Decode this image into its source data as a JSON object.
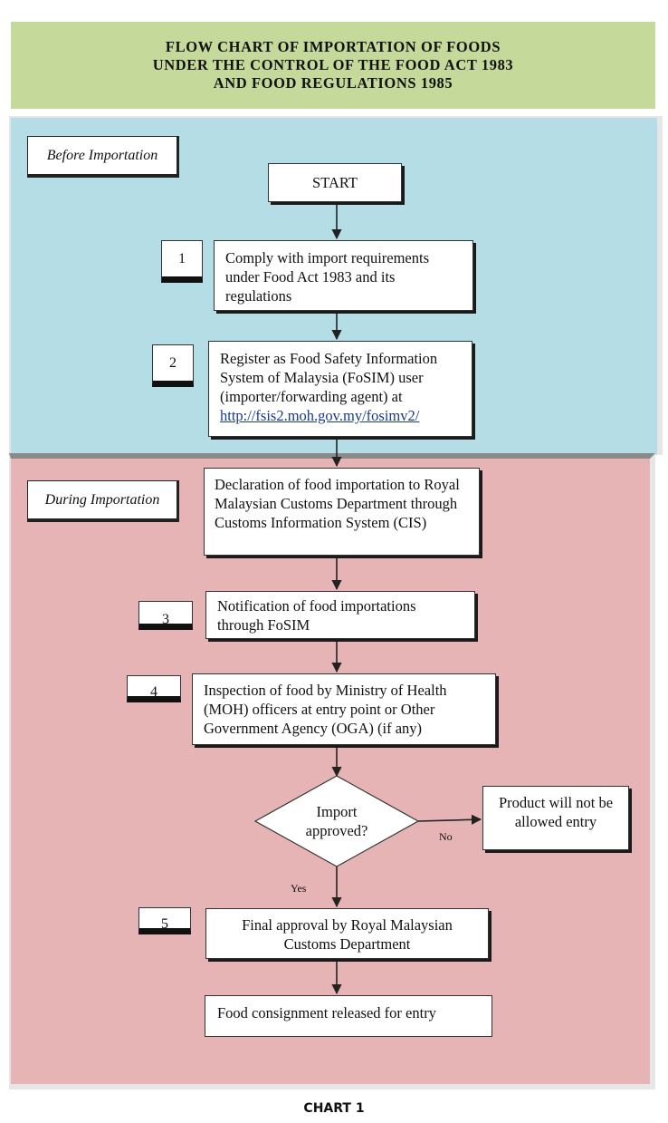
{
  "title": {
    "line1": "FLOW CHART OF IMPORTATION OF FOODS",
    "line2": "UNDER THE CONTROL OF THE FOOD ACT 1983",
    "line3": "AND FOOD REGULATIONS 1985"
  },
  "sections": {
    "before": "Before Importation",
    "during": "During Importation"
  },
  "steps": {
    "start": "START",
    "step1_num": "1",
    "step1_text": "Comply with import requirements under Food Act 1983 and its regulations",
    "step2_num": "2",
    "step2_text": "Register as Food Safety Information System of Malaysia (FoSIM) user (importer/forwarding agent) at",
    "step2_link": "http://fsis2.moh.gov.my/fosimv2/",
    "declaration_text": "Declaration of food importation to Royal Malaysian Customs Department through Customs Information System (CIS)",
    "step3_num": "3",
    "step3_text": "Notification of food importations through FoSIM",
    "step4_num": "4",
    "step4_text": "Inspection of food by Ministry of Health (MOH) officers at entry point or Other Government Agency (OGA) (if any)",
    "decision_line1": "Import",
    "decision_line2": "approved?",
    "no_label": "No",
    "yes_label": "Yes",
    "rejected_text": "Product will not be allowed entry",
    "step5_num": "5",
    "step5_text": "Final approval by Royal Malaysian Customs Department",
    "released_text": "Food consignment released for entry"
  },
  "caption": "CHART 1",
  "colors": {
    "title_bg": "#c5d99a",
    "before_bg": "#b5dde6",
    "during_bg": "#e6b4b4",
    "link": "#1a3a8a"
  }
}
